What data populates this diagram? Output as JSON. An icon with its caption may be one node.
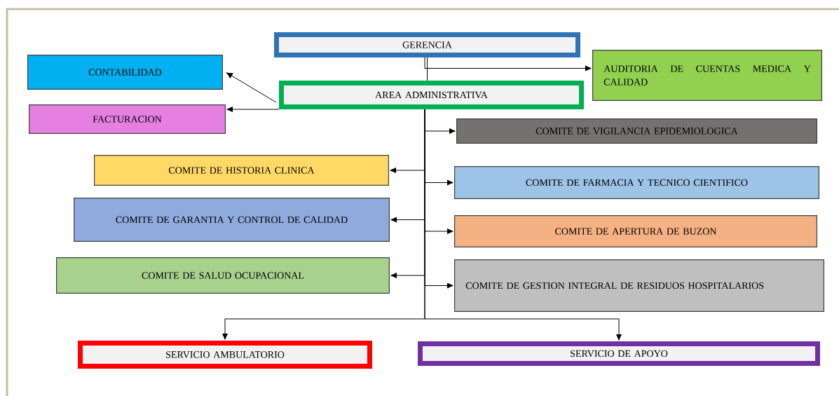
{
  "diagram": {
    "nodes": [
      {
        "text": [
          "GERENCIA"
        ]
      },
      {
        "text": [
          "AREA ADMINISTRATIVA"
        ]
      },
      {
        "text": [
          "AUDITORIA DE CUENTAS MEDICA Y CALIDAD"
        ]
      },
      {
        "text": [
          "CONTABILIDAD"
        ]
      },
      {
        "text": [
          "FACTURACION"
        ]
      },
      {
        "text": [
          "COMITE DE VIGILANCIA EPIDEMIOLOGICA"
        ]
      },
      {
        "text": [
          "COMITE DE HISTORIA CLINICA"
        ]
      },
      {
        "text": [
          "COMITE DE FARMACIA Y TECNICO CIENTIFICO"
        ]
      },
      {
        "text": [
          "COMITE DE GARANTIA Y CONTROL DE CALIDAD"
        ]
      },
      {
        "text": [
          "COMITE DE APERTURA DE BUZON"
        ]
      },
      {
        "text": [
          "COMITE DE SALUD OCUPACIONAL"
        ]
      },
      {
        "text": [
          "COMITE DE GESTION INTEGRAL DE RESIDUOS HOSPITALARIOS"
        ]
      },
      {
        "text": [
          "SERVICIO AMBULATORIO"
        ]
      },
      {
        "text": [
          "SERVICIO DE APOYO"
        ]
      }
    ],
    "edges": [
      {
        "from": 0,
        "to": 1,
        "arrow": "none"
      },
      {
        "from": 0,
        "to": 2,
        "arrow": "to"
      },
      {
        "from": 1,
        "to": 3,
        "arrow": "to"
      },
      {
        "from": 1,
        "to": 4,
        "arrow": "to"
      },
      {
        "from": 1,
        "to": 5,
        "arrow": "to"
      },
      {
        "from": 1,
        "to": 6,
        "arrow": "to"
      },
      {
        "from": 1,
        "to": 7,
        "arrow": "to"
      },
      {
        "from": 1,
        "to": 8,
        "arrow": "to"
      },
      {
        "from": 1,
        "to": 9,
        "arrow": "to"
      },
      {
        "from": 1,
        "to": 10,
        "arrow": "to"
      },
      {
        "from": 1,
        "to": 11,
        "arrow": "to"
      },
      {
        "from": 1,
        "to": 12,
        "arrow": "to"
      },
      {
        "from": 1,
        "to": 13,
        "arrow": "to"
      }
    ]
  }
}
